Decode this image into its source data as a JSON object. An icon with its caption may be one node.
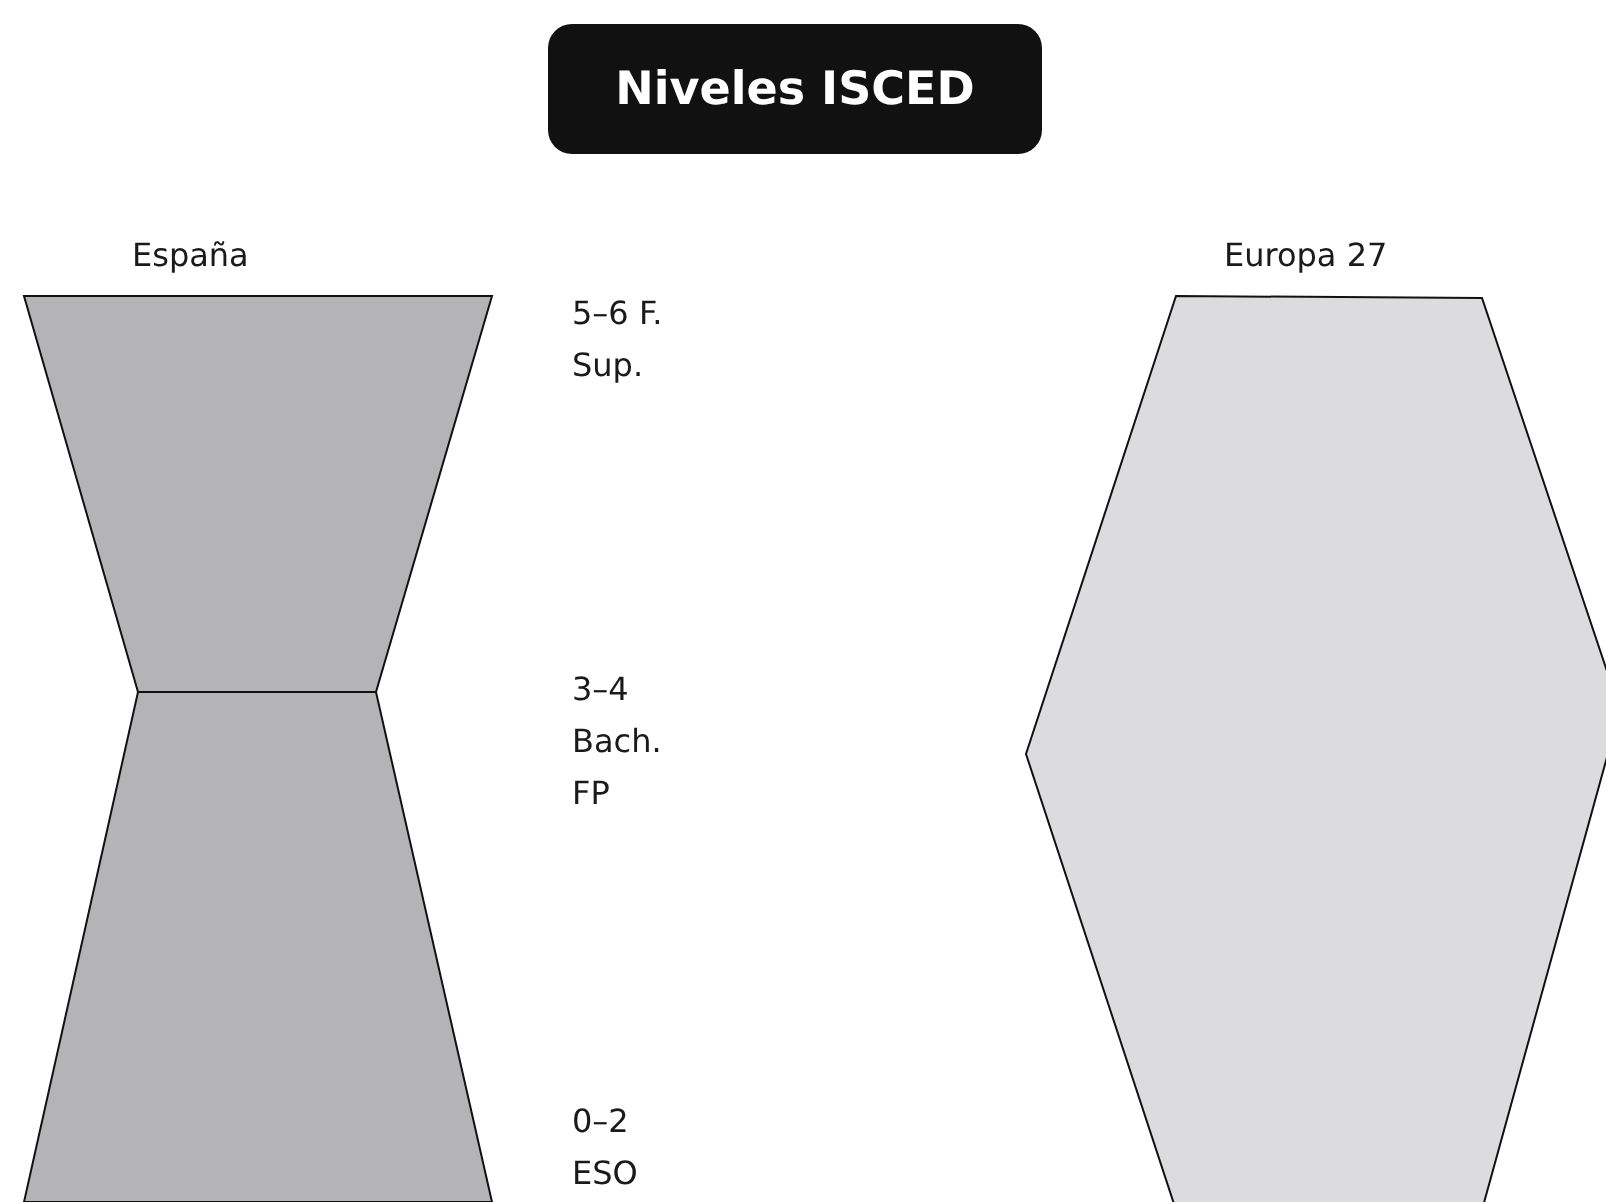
{
  "diagram": {
    "title": "Niveles ISCED",
    "nodes": [
      {
        "text": [
          "España"
        ]
      },
      {
        "text": [
          "Europa 27"
        ]
      }
    ],
    "labels": [
      "5–6 F. Sup.",
      "3–4 Bach. FP",
      "0–2 ESO"
    ]
  }
}
